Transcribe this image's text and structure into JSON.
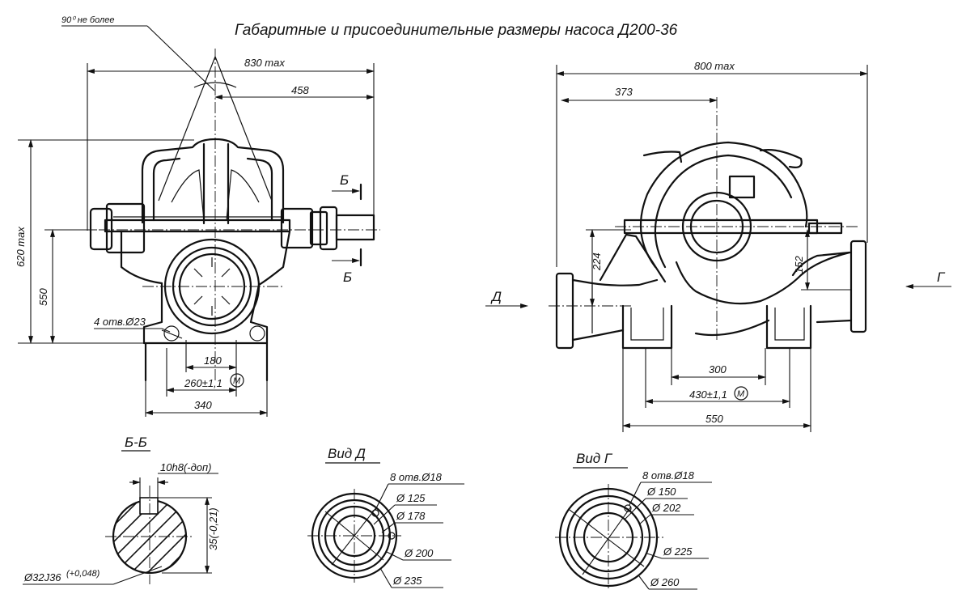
{
  "title": "Габаритные и присоединительные размеры насоса Д200-36",
  "front": {
    "angle": "90⁰ не более",
    "d830": "830 max",
    "d458": "458",
    "d620": "620 max",
    "d550": "550",
    "holes": "4 отв.Ø23",
    "d180": "180",
    "d260": "260±1,1",
    "d340": "340",
    "section": "Б",
    "m": "М"
  },
  "side": {
    "d800": "800 max",
    "d373": "373",
    "d224": "224",
    "d152": "152",
    "d300": "300",
    "d430": "430±1,1",
    "d550": "550",
    "viewD": "Д",
    "viewG": "Г",
    "m": "М"
  },
  "detail_bb": {
    "title": "Б-Б",
    "key": "10h8(-доп)",
    "depth": "35(-0,21)",
    "shaft": "Ø32J36",
    "tol": "(+0,048)"
  },
  "detail_d": {
    "title": "Вид Д",
    "holes": "8 отв.Ø18",
    "d1": "Ø 125",
    "d2": "Ø 178",
    "d3": "Ø 200",
    "d4": "Ø 235"
  },
  "detail_g": {
    "title": "Вид Г",
    "holes": "8 отв.Ø18",
    "d1": "Ø 150",
    "d2": "Ø 202",
    "d3": "Ø 225",
    "d4": "Ø 260"
  }
}
